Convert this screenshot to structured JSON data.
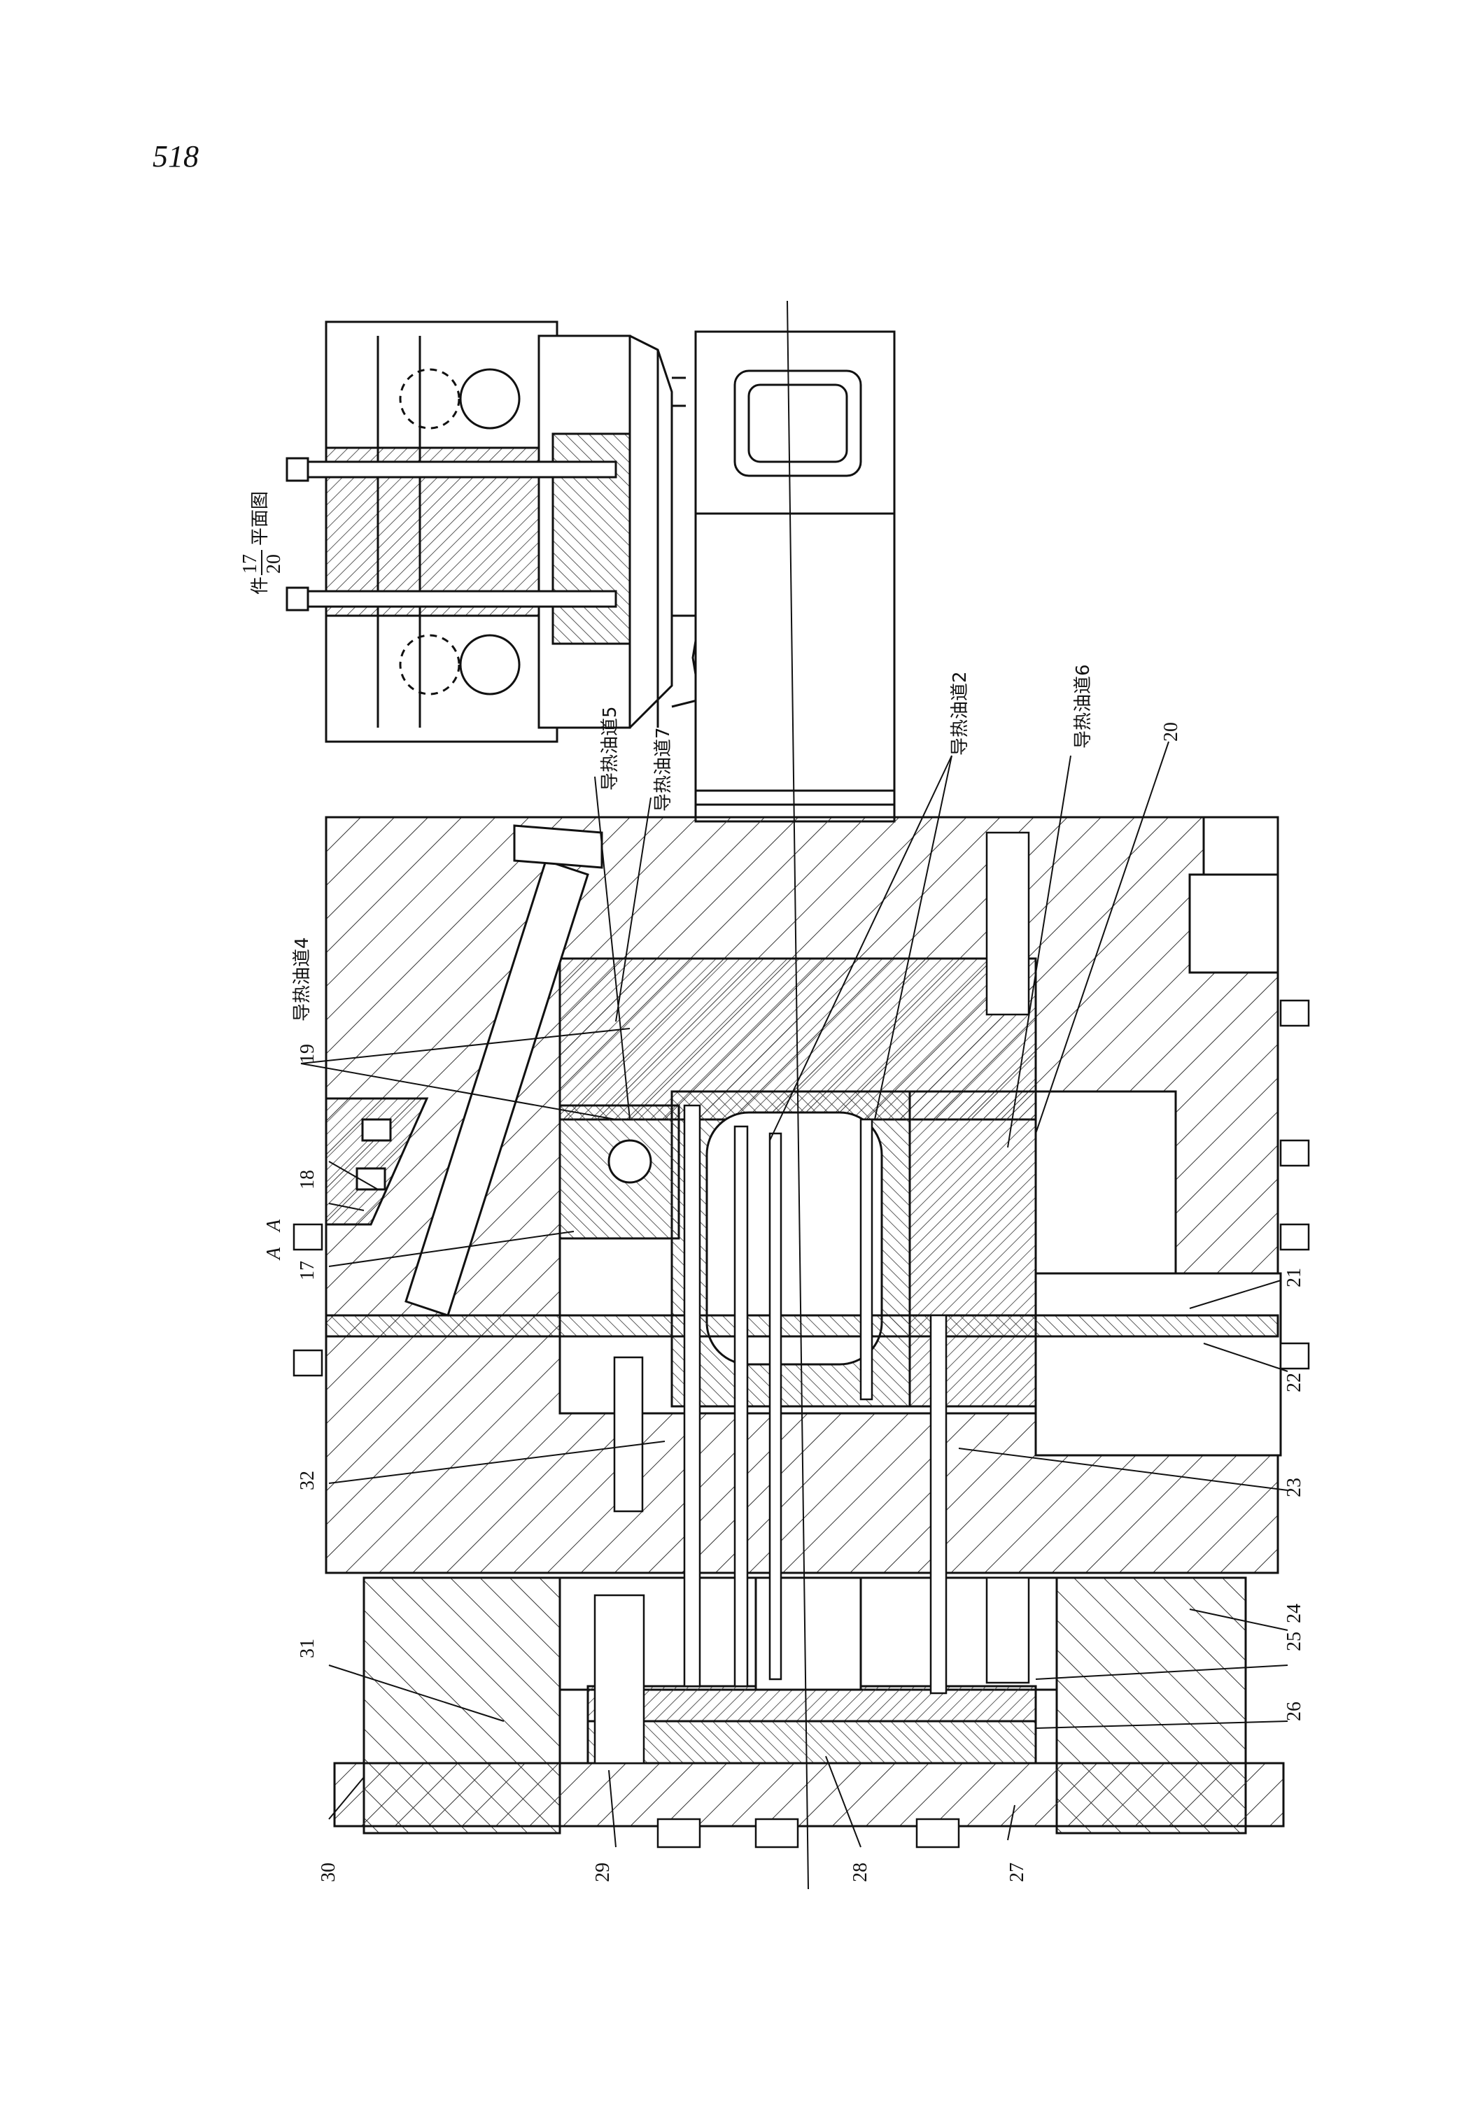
{
  "page_number": "518",
  "labels": {
    "n17": "17",
    "n18": "18",
    "n19": "19",
    "n20": "20",
    "n21": "21",
    "n22": "22",
    "n23": "23",
    "n24": "24",
    "n25": "25",
    "n26": "26",
    "n27": "27",
    "n28": "28",
    "n29": "29",
    "n30": "30",
    "n31": "31",
    "n32": "32",
    "section_a1": "A",
    "section_a2": "A",
    "channel2": "导热油道2",
    "channel4": "导热油道4",
    "channel5": "导热油道5",
    "channel6": "导热油道6",
    "channel7": "导热油道7",
    "plan_view_prefix": "件",
    "plan_view_num": "17",
    "plan_view_den": "20",
    "plan_view_suffix": "平面图"
  }
}
